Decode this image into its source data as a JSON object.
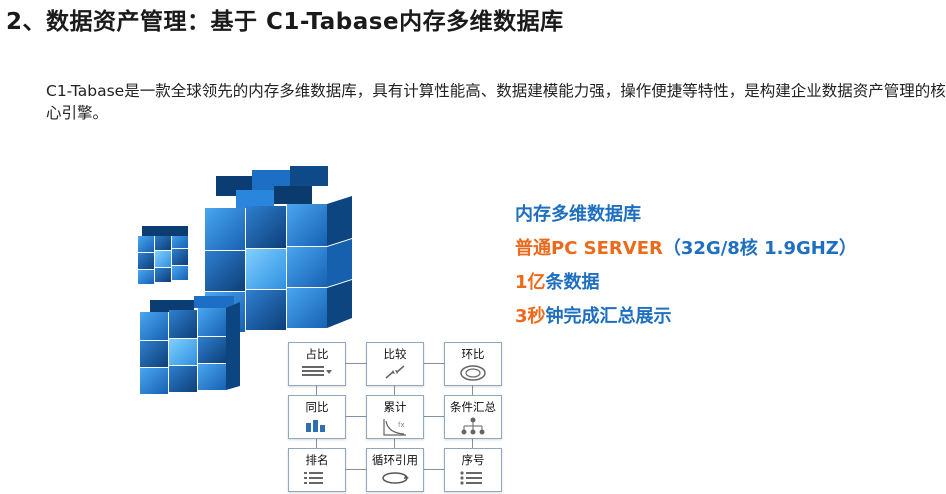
{
  "title": "2、数据资产管理：基于 C1-Tabase内存多维数据库",
  "intro": "C1-Tabase是一款全球领先的内存多维数据库，具有计算性能高、数据建模能力强，操作便捷等特性，是构建企业数据资产管理的核心引擎。",
  "highlights": {
    "line1": "内存多维数据库",
    "line2_orange": "普通PC SERVER",
    "line2_blue": "（32G/8核 1.9GHZ）",
    "line3_orange": "1亿",
    "line3_blue": "条数据",
    "line4_orange": "3秒",
    "line4_blue": "钟完成汇总展示"
  },
  "functions": [
    {
      "label": "占比",
      "icon": "bar-list-icon"
    },
    {
      "label": "比较",
      "icon": "compare-arrows-icon"
    },
    {
      "label": "环比",
      "icon": "ring-icon"
    },
    {
      "label": "同比",
      "icon": "small-bars-icon"
    },
    {
      "label": "累计",
      "icon": "fx-curve-icon"
    },
    {
      "label": "条件汇总",
      "icon": "tree-icon"
    },
    {
      "label": "排名",
      "icon": "rank-list-icon"
    },
    {
      "label": "循环引用",
      "icon": "loop-icon"
    },
    {
      "label": "序号",
      "icon": "numbered-list-icon"
    }
  ],
  "colors": {
    "blue": "#1f6fc0",
    "orange": "#ec6a1c",
    "cube_dark": "#0f4f8e",
    "cube_mid": "#1e78d0",
    "cube_light": "#3aa5ef"
  }
}
